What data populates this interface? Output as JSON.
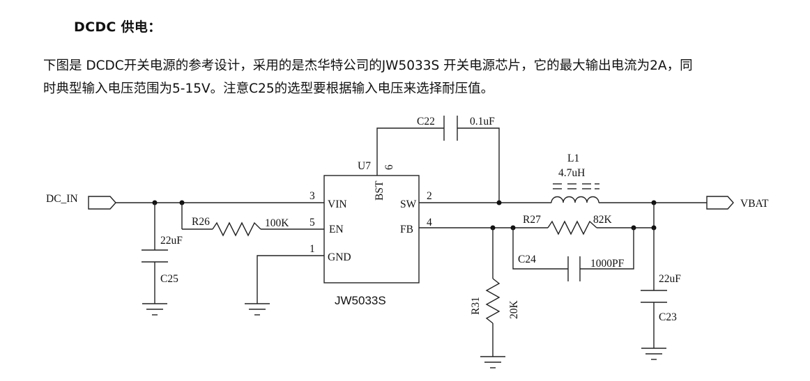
{
  "heading": "DCDC 供电：",
  "paragraph": {
    "line1": "下图是 DCDC开关电源的参考设计，采用的是杰华特公司的JW5033S 开关电源芯片，它的最大输出电流为2A，同",
    "line2": "时典型输入电压范围为5-15V。注意C25的选型要根据输入电压来选择耐压值。"
  },
  "schematic": {
    "ic": {
      "ref": "U7",
      "part": "JW5033S",
      "pins": {
        "vin": {
          "num": "3",
          "name": "VIN"
        },
        "en": {
          "num": "5",
          "name": "EN"
        },
        "gnd": {
          "num": "1",
          "name": "GND"
        },
        "bst": {
          "num": "6",
          "name": "BST"
        },
        "sw": {
          "num": "2",
          "name": "SW"
        },
        "fb": {
          "num": "4",
          "name": "FB"
        }
      }
    },
    "ports": {
      "input": "DC_IN",
      "output": "VBAT"
    },
    "c22": {
      "ref": "C22",
      "value": "0.1uF"
    },
    "l1": {
      "ref": "L1",
      "value": "4.7uH"
    },
    "r26": {
      "ref": "R26",
      "value": "100K"
    },
    "r27": {
      "ref": "R27",
      "value": "82K"
    },
    "c24": {
      "ref": "C24",
      "value": "1000PF"
    },
    "r31": {
      "ref": "R31",
      "value": "20K"
    },
    "c25": {
      "ref": "C25",
      "value": "22uF"
    },
    "c23": {
      "ref": "C23",
      "value": "22uF"
    }
  }
}
